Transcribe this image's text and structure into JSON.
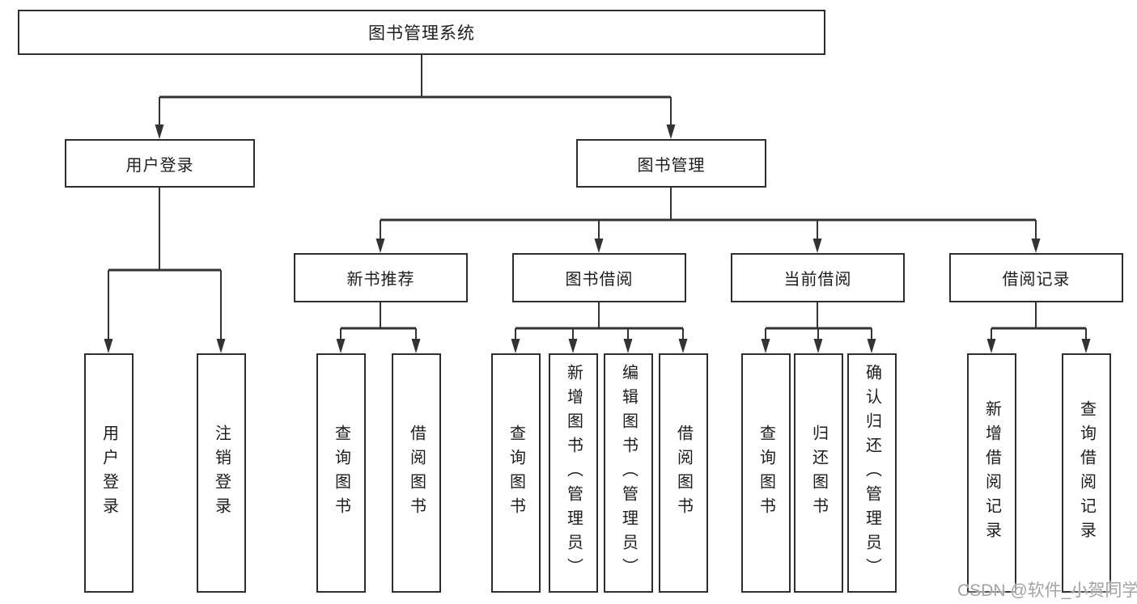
{
  "diagram": {
    "root": "图书管理系统",
    "user_login": {
      "label": "用户登录",
      "children": [
        "用户登录",
        "注销登录"
      ]
    },
    "book_mgmt": {
      "label": "图书管理",
      "sections": [
        {
          "label": "新书推荐",
          "children": [
            "查询图书",
            "借阅图书"
          ]
        },
        {
          "label": "图书借阅",
          "children": [
            "查询图书",
            "新增图书（管理员）",
            "编辑图书（管理员）",
            "借阅图书"
          ]
        },
        {
          "label": "当前借阅",
          "children": [
            "查询图书",
            "归还图书",
            "确认归还（管理员）"
          ]
        },
        {
          "label": "借阅记录",
          "children": [
            "新增借阅记录",
            "查询借阅记录"
          ]
        }
      ]
    }
  },
  "colors": {
    "line": "#333333",
    "box_border": "#2e2e2e",
    "text": "#1c1c1c",
    "background": "#ffffff",
    "watermark": "#a3a3a3"
  },
  "watermark": {
    "text": "CSDN @软件_小贺同学"
  }
}
